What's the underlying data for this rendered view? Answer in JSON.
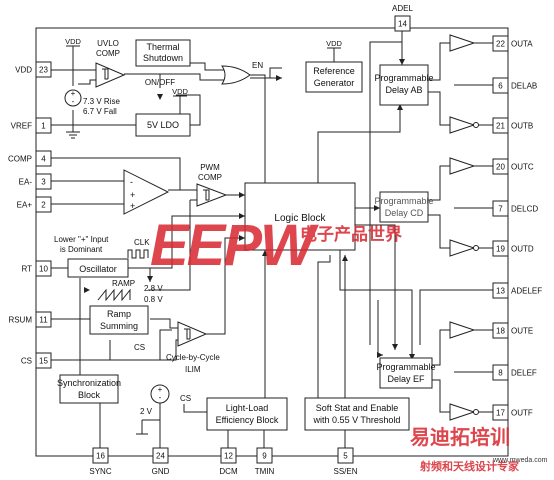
{
  "pins": {
    "vdd": {
      "num": "23",
      "label": "VDD"
    },
    "vref": {
      "num": "1",
      "label": "VREF"
    },
    "comp": {
      "num": "4",
      "label": "COMP"
    },
    "ea_m": {
      "num": "3",
      "label": "EA-"
    },
    "ea_p": {
      "num": "2",
      "label": "EA+"
    },
    "rt": {
      "num": "10",
      "label": "RT"
    },
    "rsum": {
      "num": "11",
      "label": "RSUM"
    },
    "cs": {
      "num": "15",
      "label": "CS"
    },
    "sync": {
      "num": "16",
      "label": "SYNC"
    },
    "gnd": {
      "num": "24",
      "label": "GND"
    },
    "dcm": {
      "num": "12",
      "label": "DCM"
    },
    "tmin": {
      "num": "9",
      "label": "TMIN"
    },
    "ssen": {
      "num": "5",
      "label": "SS/EN"
    },
    "adel": {
      "num": "14",
      "label": "ADEL"
    },
    "outa": {
      "num": "22",
      "label": "OUTA"
    },
    "delab": {
      "num": "6",
      "label": "DELAB"
    },
    "outb": {
      "num": "21",
      "label": "OUTB"
    },
    "outc": {
      "num": "20",
      "label": "OUTC"
    },
    "delcd": {
      "num": "7",
      "label": "DELCD"
    },
    "outd": {
      "num": "19",
      "label": "OUTD"
    },
    "adelef": {
      "num": "13",
      "label": "ADELEF"
    },
    "oute": {
      "num": "18",
      "label": "OUTE"
    },
    "delef": {
      "num": "8",
      "label": "DELEF"
    },
    "outf": {
      "num": "17",
      "label": "OUTF"
    }
  },
  "blocks": {
    "thermal": [
      "Thermal",
      "Shutdown"
    ],
    "reference": [
      "Reference",
      "Generator"
    ],
    "ldo": "5V LDO",
    "logic": "Logic Block",
    "delay_ab": [
      "Programmable",
      "Delay AB"
    ],
    "delay_cd": [
      "Programmable",
      "Delay CD"
    ],
    "delay_ef": [
      "Programmable",
      "Delay EF"
    ],
    "oscillator": "Oscillator",
    "ramp_summing": [
      "Ramp",
      "Summing"
    ],
    "sync_block": [
      "Synchronization",
      "Block"
    ],
    "light_load": [
      "Light-Load",
      "Efficiency Block"
    ],
    "soft_start": [
      "Soft Stat and Enable",
      "with 0.55 V Threshold"
    ]
  },
  "labels": {
    "uvlo": [
      "UVLO",
      "COMP"
    ],
    "vdd_sub": "VDD",
    "uvlo_thresholds": [
      "7.3 V Rise",
      "6.7 V Fall"
    ],
    "on_off": "ON/OFF",
    "en": "EN",
    "pwm_comp": [
      "PWM",
      "COMP"
    ],
    "lower_input": [
      "Lower \"+\" Input",
      "is Dominant"
    ],
    "clk": "CLK",
    "ramp": "RAMP",
    "v28": "2.8 V",
    "v08": "0.8 V",
    "cs_label": "CS",
    "cs_label2": "CS",
    "cbc": [
      "Cycle-by-Cycle",
      "ILIM"
    ],
    "v2": "2 V",
    "plus": "+",
    "minus": "-"
  },
  "watermark": {
    "logo": "EEPW",
    "cn_top": "电子产品世界",
    "cn_bottom": "易迪拓培训",
    "cn_sub": "射频和天线设计专家",
    "url": "www.mweda.com"
  },
  "colors": {
    "watermark_red": "#d8262e",
    "line": "#222222",
    "gray_block": "#555555"
  }
}
